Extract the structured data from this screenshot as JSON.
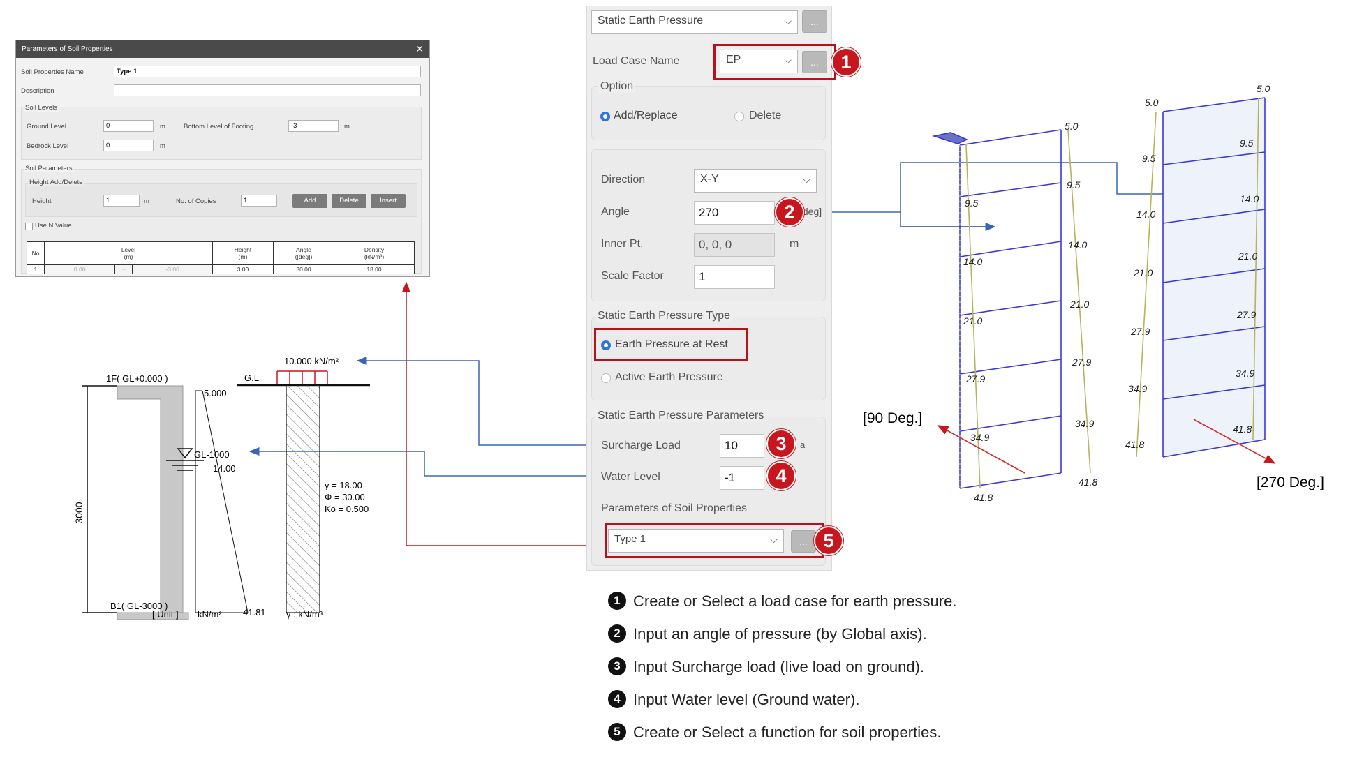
{
  "soil_dialog": {
    "title": "Parameters of Soil Properties",
    "close_glyph": "✕",
    "name_label": "Soil Properties Name",
    "name_value": "Type 1",
    "description_label": "Description",
    "soil_levels_label": "Soil Levels",
    "ground_level_label": "Ground Level",
    "ground_level_value": "0",
    "ground_level_unit": "m",
    "bottom_level_label": "Bottom Level of Footing",
    "bottom_level_value": "-3",
    "bottom_level_unit": "m",
    "bedrock_label": "Bedrock Level",
    "bedrock_value": "0",
    "bedrock_unit": "m",
    "soil_params_label": "Soil Parameters",
    "height_add_delete_label": "Height Add/Delete",
    "height_label": "Height",
    "height_value": "1",
    "height_unit": "m",
    "copies_label": "No. of Copies",
    "copies_value": "1",
    "add_label": "Add",
    "delete_label": "Delete",
    "insert_label": "Insert",
    "use_n_label": "Use N Value",
    "table": {
      "headers": [
        "No",
        "Level\n(m)",
        "Height\n(m)",
        "Angle\n([deg])",
        "Density\n(kN/m³)"
      ],
      "row": [
        "1",
        "0.00",
        "~",
        "-3.00",
        "3.00",
        "30.00",
        "18.00"
      ]
    }
  },
  "panel": {
    "type_select": "Static Earth Pressure",
    "ellipsis": "...",
    "load_case_label": "Load Case Name",
    "load_case_value": "EP",
    "option_label": "Option",
    "add_replace_label": "Add/Replace",
    "delete_label": "Delete",
    "direction_label": "Direction",
    "direction_value": "X-Y",
    "angle_label": "Angle",
    "angle_value": "270",
    "angle_unit": "[deg]",
    "inner_pt_label": "Inner Pt.",
    "inner_pt_value": "0, 0, 0",
    "inner_pt_unit": "m",
    "scale_label": "Scale Factor",
    "scale_value": "1",
    "sep_type_label": "Static Earth Pressure Type",
    "at_rest_label": "Earth Pressure at Rest",
    "active_label": "Active Earth Pressure",
    "sep_params_label": "Static Earth Pressure Parameters",
    "surcharge_label": "Surcharge Load",
    "surcharge_value": "10",
    "surcharge_unit": "a",
    "water_label": "Water Level",
    "water_value": "-1",
    "soil_props_label": "Parameters of Soil Properties",
    "soil_props_value": "Type 1"
  },
  "badges": [
    "1",
    "2",
    "3",
    "4",
    "5"
  ],
  "notes": [
    {
      "num": "1",
      "text": "Create or Select  a load case for earth pressure."
    },
    {
      "num": "2",
      "text": "Input an angle of pressure (by Global axis)."
    },
    {
      "num": "3",
      "text": "Input Surcharge load (live load on ground)."
    },
    {
      "num": "4",
      "text": "Input Water level (Ground water)."
    },
    {
      "num": "5",
      "text": "Create or Select  a function for soil properties."
    }
  ],
  "section_drawing": {
    "surcharge": "10.000 kN/m²",
    "gl": "G.L",
    "top_label": "1F( GL+0.000 )",
    "top_pressure": "5.000",
    "water_label": "GL-1000",
    "water_pressure": "14.00",
    "height": "3000",
    "gamma": "γ = 18.00",
    "phi": "Φ = 30.00",
    "ko": "Ko = 0.500",
    "bottom_label": "B1( GL-3000 )",
    "unit_label": "[ Unit ]",
    "unit_kn": "kN/m²",
    "bottom_pressure": "41.81",
    "gamma_unit": "γ : kN/m³"
  },
  "model_views": {
    "left_label": "[90 Deg.]",
    "right_label": "[270 Deg.]",
    "values": [
      "5.0",
      "9.5",
      "14.0",
      "21.0",
      "27.9",
      "34.9",
      "41.8"
    ]
  },
  "colors": {
    "accent_red": "#c8161e",
    "arrow_blue": "#3a66b0",
    "member_blue": "#3a38d8",
    "pressure_yellow": "#c8c878"
  }
}
